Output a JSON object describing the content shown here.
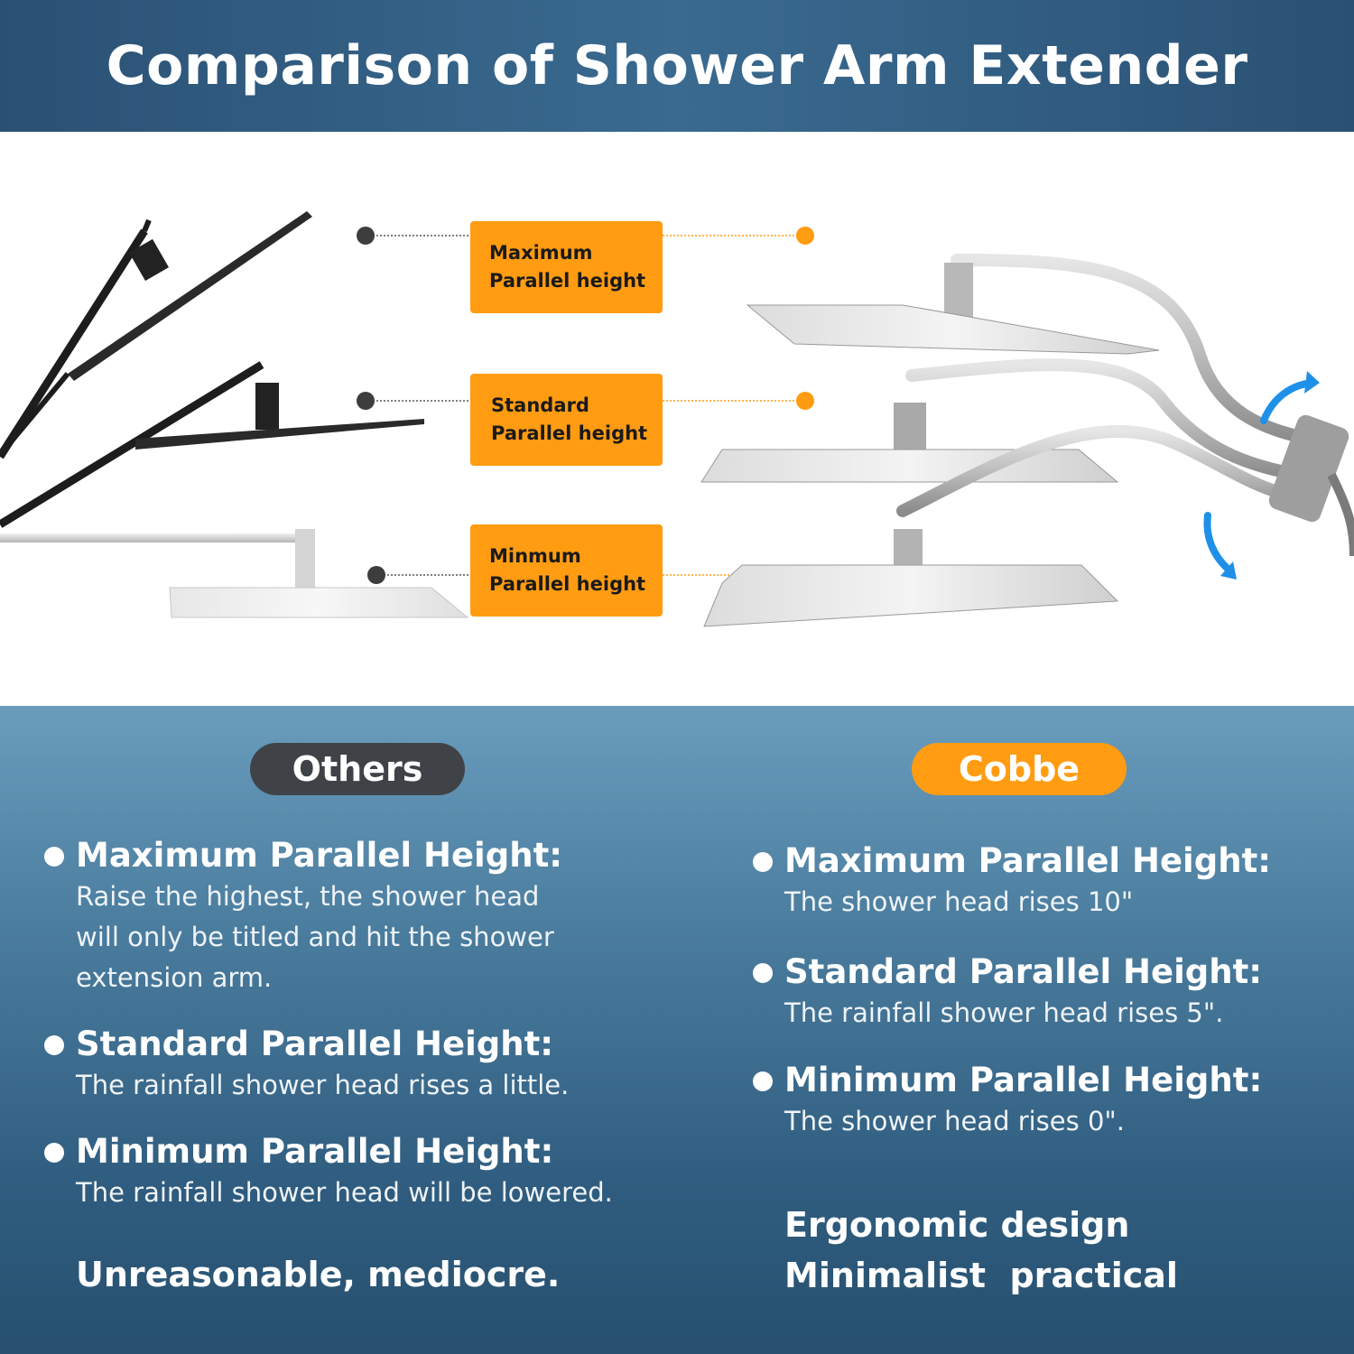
{
  "header": {
    "title": "Comparison of Shower Arm Extender"
  },
  "callouts": [
    {
      "line1": "Maximum",
      "line2": "Parallel height"
    },
    {
      "line1": "Standard",
      "line2": "Parallel height"
    },
    {
      "line1": "Minmum",
      "line2": "Parallel height"
    }
  ],
  "colors": {
    "header_bg": "#2f5c80",
    "accent_orange": "#ff9c12",
    "others_pill": "#3f4347",
    "arrow_blue": "#1e90e8"
  },
  "others": {
    "label": "Others",
    "items": [
      {
        "title": "Maximum Parallel Height:",
        "desc_lines": [
          "Raise the highest, the shower head",
          "will only be titled and hit the shower",
          "extension arm."
        ]
      },
      {
        "title": "Standard Parallel Height:",
        "desc_lines": [
          "The rainfall shower head rises a little."
        ]
      },
      {
        "title": "Minimum Parallel Height:",
        "desc_lines": [
          "The rainfall shower head will be lowered."
        ]
      }
    ],
    "summary_lines": [
      "Unreasonable, mediocre."
    ]
  },
  "cobbe": {
    "label": "Cobbe",
    "items": [
      {
        "title": "Maximum Parallel Height:",
        "desc_lines": [
          "The shower head rises 10\""
        ]
      },
      {
        "title": "Standard Parallel Height:",
        "desc_lines": [
          "The rainfall shower head rises 5\"."
        ]
      },
      {
        "title": "Minimum Parallel Height:",
        "desc_lines": [
          "The shower head rises 0\"."
        ]
      }
    ],
    "summary_lines": [
      "Ergonomic design",
      "Minimalist  practical"
    ]
  }
}
